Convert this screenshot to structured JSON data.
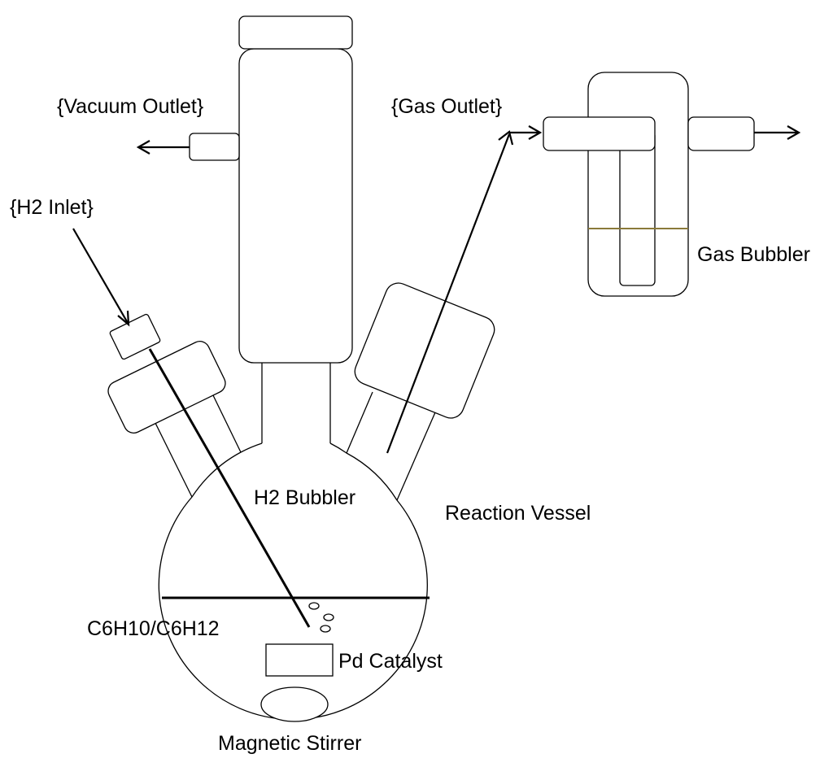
{
  "labels": {
    "vacuum_outlet": "{Vacuum Outlet}",
    "gas_outlet": "{Gas Outlet}",
    "h2_inlet": "{H2 Inlet}",
    "gas_bubbler": "Gas Bubbler",
    "h2_bubbler": "H2 Bubbler",
    "reaction_vessel": "Reaction Vessel",
    "solution": "C6H10/C6H12",
    "catalyst": "Pd Catalyst",
    "stirrer": "Magnetic Stirrer"
  },
  "colors": {
    "line": "#000000",
    "liquid_level_bubbler": "#8a7a3a",
    "background": "#ffffff"
  }
}
